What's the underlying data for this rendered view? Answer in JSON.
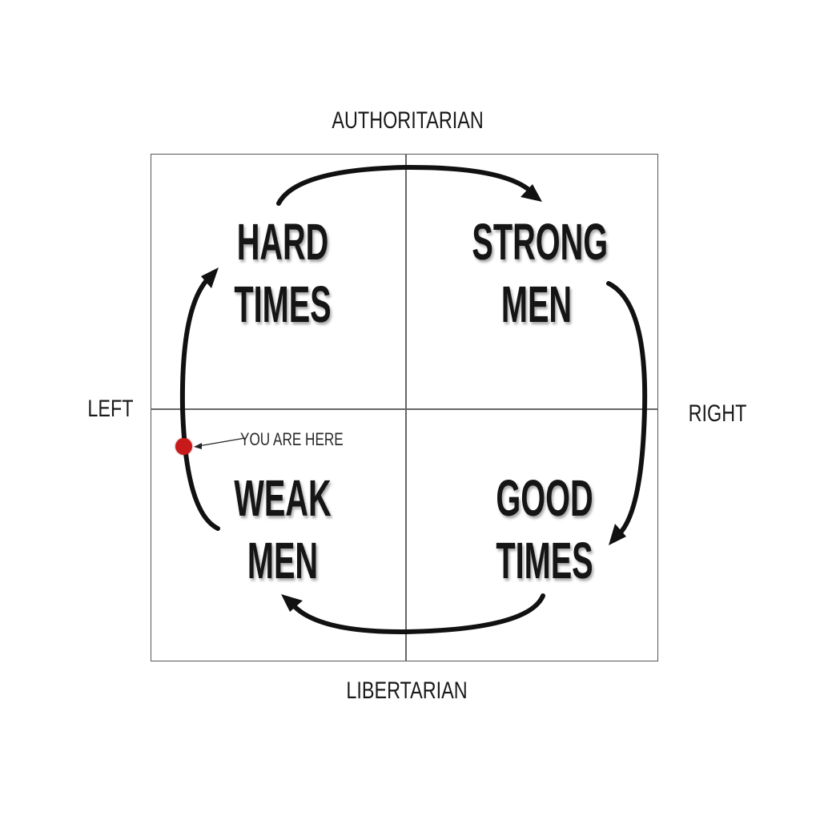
{
  "axes": {
    "top": "AUTHORITARIAN",
    "bottom": "LIBERTARIAN",
    "left": "LEFT",
    "right": "RIGHT"
  },
  "quadrants": {
    "top_left": {
      "line1": "HARD",
      "line2": "TIMES"
    },
    "top_right": {
      "line1": "STRONG",
      "line2": "MEN"
    },
    "bottom_left": {
      "line1": "WEAK",
      "line2": "MEN"
    },
    "bottom_right": {
      "line1": "GOOD",
      "line2": "TIMES"
    }
  },
  "marker": {
    "label": "YOU ARE HERE",
    "color": "#c81a1a"
  },
  "colors": {
    "text": "#151515",
    "grid": "#666666",
    "arrow": "#111111"
  }
}
